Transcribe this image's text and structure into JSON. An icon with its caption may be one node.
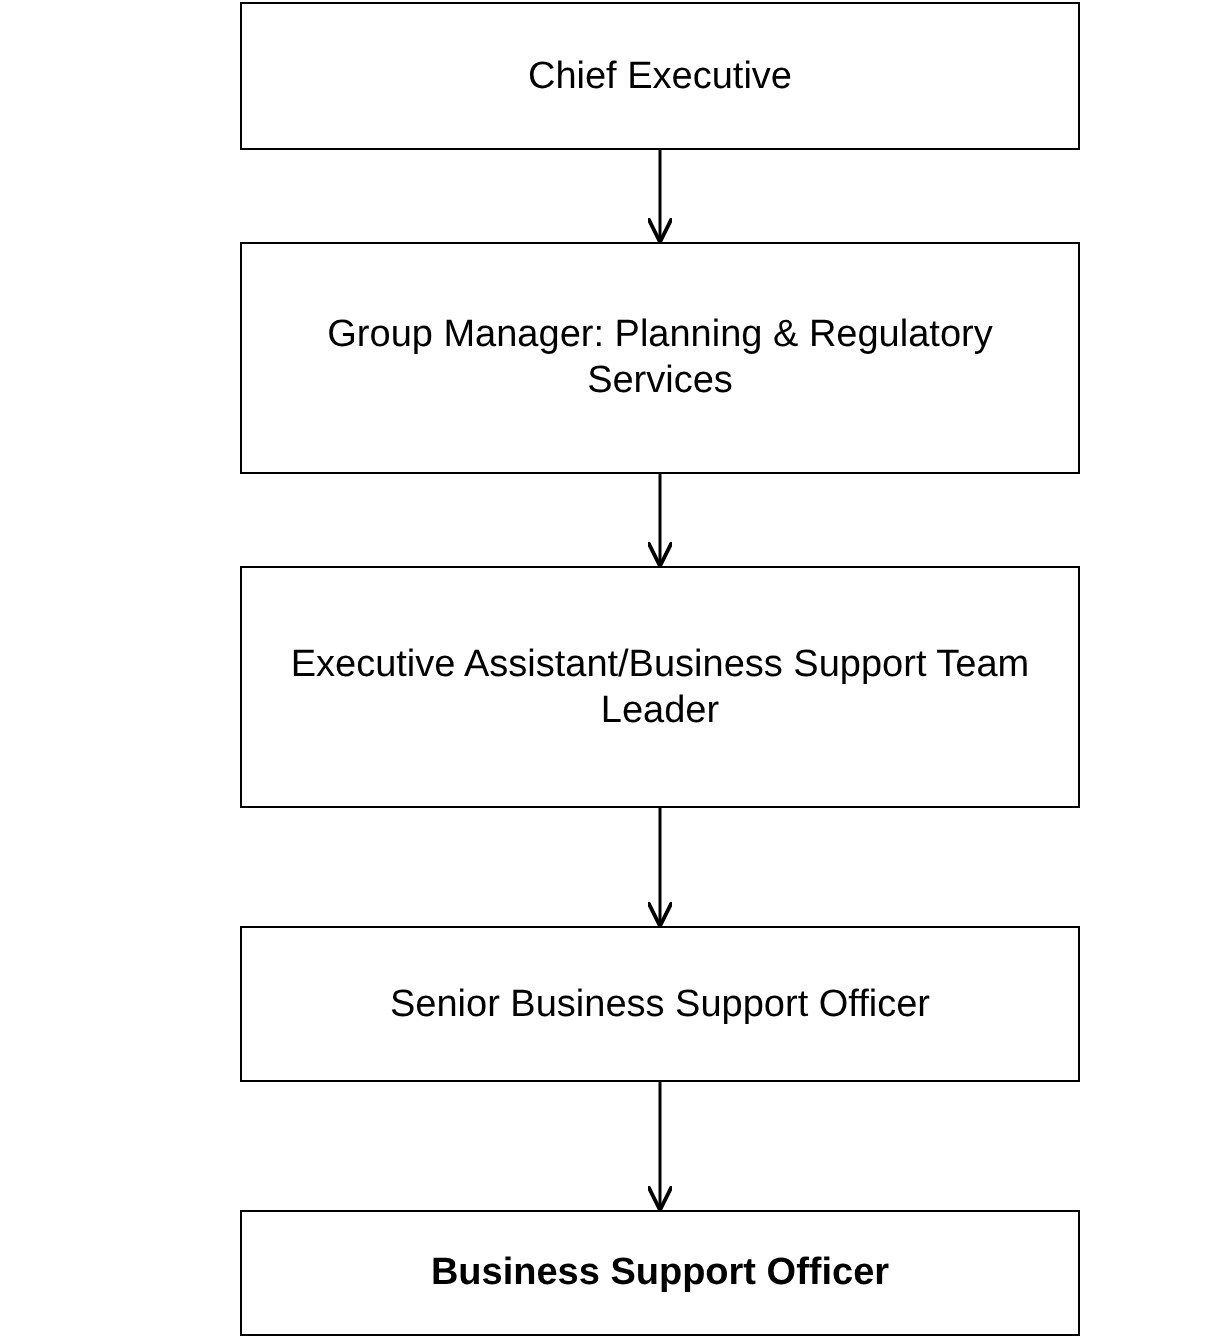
{
  "diagram": {
    "nodes": [
      {
        "text": [
          "Chief Executive"
        ]
      },
      {
        "text": [
          "Group Manager: Planning & Regulatory Services"
        ]
      },
      {
        "text": [
          "Executive Assistant/Business Support Team Leader"
        ]
      },
      {
        "text": [
          "Senior Business Support Officer"
        ]
      },
      {
        "text": [
          "Business Support Officer"
        ]
      }
    ],
    "edges": [
      {
        "from": 0,
        "to": 1,
        "arrow": "to"
      },
      {
        "from": 1,
        "to": 2,
        "arrow": "to"
      },
      {
        "from": 2,
        "to": 3,
        "arrow": "to"
      },
      {
        "from": 3,
        "to": 4,
        "arrow": "to"
      }
    ]
  }
}
